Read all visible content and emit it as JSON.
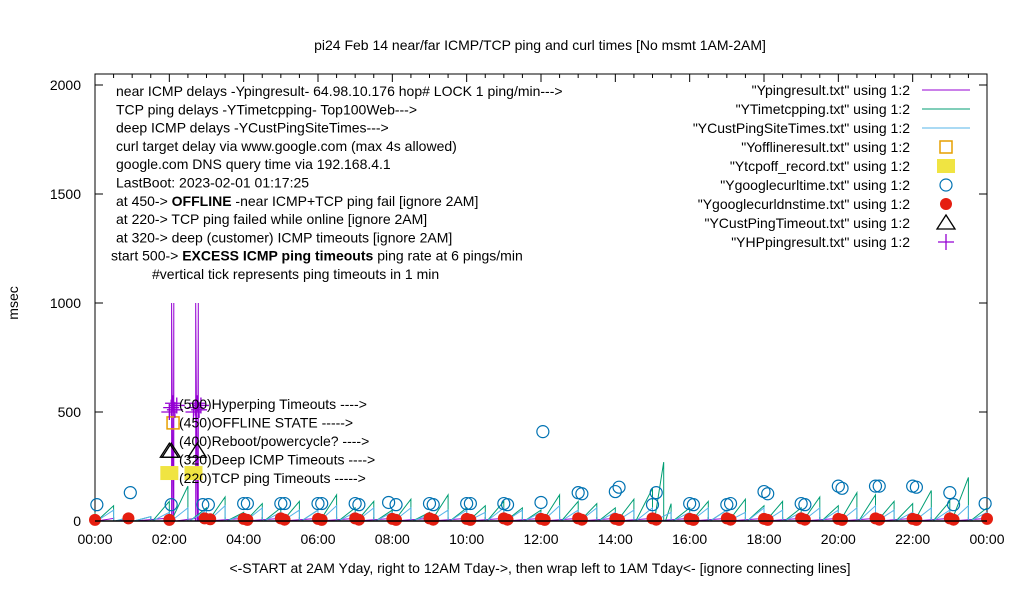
{
  "chart_data": {
    "type": "line",
    "title": "pi24 Feb 14  near/far ICMP/TCP ping and curl times [No msmt 1AM-2AM]",
    "xlabel": "<-START at 2AM Yday, right to 12AM Tday->, then wrap left to 1AM Tday<- [ignore connecting lines]",
    "ylabel": "msec",
    "xlim_hours": [
      0,
      24
    ],
    "ylim": [
      0,
      2000
    ],
    "yticks": [
      0,
      500,
      1000,
      1500,
      2000
    ],
    "xticks": [
      0,
      2,
      4,
      6,
      8,
      10,
      12,
      14,
      16,
      18,
      20,
      22,
      24
    ],
    "xtick_labels": [
      "00:00",
      "02:00",
      "04:00",
      "06:00",
      "08:00",
      "10:00",
      "12:00",
      "14:00",
      "16:00",
      "18:00",
      "20:00",
      "22:00",
      "00:00"
    ],
    "grid": false,
    "legend_position": "top-right",
    "annotations_topleft": [
      [
        {
          "t": "near ICMP delays -Ypingresult- 64.98.10.176 hop# LOCK 1 ping/min--->"
        }
      ],
      [
        {
          "t": "TCP ping delays -YTimetcpping- Top100Web--->"
        }
      ],
      [
        {
          "t": "deep ICMP delays -YCustPingSiteTimes--->"
        }
      ],
      [
        {
          "t": "curl target delay via www.google.com (max 4s allowed)"
        }
      ],
      [
        {
          "t": "google.com DNS query time via 192.168.4.1"
        }
      ],
      [
        {
          "t": "LastBoot: 2023-02-01 01:17:25"
        }
      ],
      [
        {
          "t": "at 450->  "
        },
        {
          "t": "OFFLINE",
          "b": true
        },
        {
          "t": " -near ICMP+TCP ping fail [ignore 2AM]"
        }
      ],
      [
        {
          "t": "at 220-> TCP ping failed while online [ignore 2AM]"
        }
      ],
      [
        {
          "t": "at 320-> deep (customer) ICMP timeouts [ignore 2AM]"
        }
      ],
      [
        {
          "t": "start 500->  "
        },
        {
          "t": "EXCESS ICMP ping timeouts",
          "b": true
        },
        {
          "t": "  ping rate at 6 pings/min"
        }
      ],
      [
        {
          "t": "#vertical tick represents ping timeouts in 1 min"
        }
      ]
    ],
    "level_labels": [
      {
        "y": 500,
        "text": "(500)Hyperping Timeouts ---->"
      },
      {
        "y": 450,
        "text": "(450)OFFLINE STATE ----->"
      },
      {
        "y": 400,
        "text": "(400)Reboot/powercycle? ---->"
      },
      {
        "y": 320,
        "text": "(320)Deep ICMP Timeouts ---->"
      },
      {
        "y": 220,
        "text": "(220)TCP ping Timeouts ----->"
      }
    ],
    "series": [
      {
        "name": "\"Ypingresult.txt\" using 1:2",
        "style": "line",
        "color": "#9400d3",
        "x": [
          0,
          0.5,
          1,
          1.9,
          2.05,
          2.06,
          2.12,
          2.13,
          2.7,
          2.71,
          2.78,
          2.79,
          3,
          4,
          5,
          6,
          7,
          8,
          9,
          10,
          11,
          12,
          13,
          14,
          15,
          16,
          17,
          18,
          19,
          20,
          21,
          22,
          23,
          24
        ],
        "y": [
          12,
          12,
          12,
          12,
          12,
          1000,
          1000,
          12,
          12,
          1000,
          1000,
          12,
          12,
          12,
          12,
          12,
          12,
          12,
          12,
          12,
          12,
          12,
          12,
          12,
          12,
          12,
          12,
          12,
          12,
          12,
          12,
          12,
          12,
          12
        ]
      },
      {
        "name": "\"YTimetcpping.txt\" using 1:2",
        "style": "line",
        "color": "#009e73",
        "x": [
          0,
          0.5,
          1,
          1.5,
          2,
          2.5,
          3,
          3.5,
          4,
          4.5,
          5,
          5.5,
          6,
          6.5,
          7,
          7.5,
          8,
          8.5,
          9,
          9.5,
          10,
          10.5,
          11,
          11.5,
          12,
          12.5,
          13,
          13.5,
          14,
          14.5,
          15,
          15.3,
          15.5,
          16,
          16.5,
          17,
          17.5,
          18,
          18.5,
          19,
          19.5,
          20,
          20.5,
          21,
          21.5,
          22,
          22.5,
          23,
          23.5,
          24
        ],
        "y": [
          40,
          70,
          20,
          20,
          90,
          160,
          60,
          110,
          40,
          80,
          60,
          90,
          50,
          120,
          60,
          90,
          50,
          100,
          40,
          120,
          60,
          70,
          90,
          60,
          50,
          120,
          90,
          80,
          60,
          100,
          150,
          270,
          80,
          60,
          90,
          50,
          100,
          70,
          90,
          60,
          110,
          70,
          130,
          120,
          90,
          80,
          140,
          90,
          200,
          60
        ]
      },
      {
        "name": "\"YCustPingSiteTimes.txt\" using 1:2",
        "style": "line",
        "color": "#56b4e9",
        "x": [
          0,
          0.5,
          1,
          1.5,
          2,
          2.5,
          3,
          3.5,
          4,
          4.5,
          5,
          5.5,
          6,
          6.5,
          7,
          7.5,
          8,
          8.5,
          9,
          9.5,
          10,
          10.5,
          11,
          11.5,
          12,
          12.5,
          13,
          13.5,
          14,
          14.5,
          15,
          15.5,
          16,
          16.5,
          17,
          17.5,
          18,
          18.5,
          19,
          19.5,
          20,
          20.5,
          21,
          21.5,
          22,
          22.5,
          23,
          23.5,
          24
        ],
        "y": [
          30,
          50,
          20,
          20,
          40,
          60,
          50,
          70,
          30,
          60,
          40,
          50,
          50,
          70,
          40,
          60,
          40,
          60,
          30,
          50,
          50,
          40,
          60,
          50,
          40,
          70,
          50,
          60,
          40,
          50,
          60,
          40,
          40,
          60,
          50,
          40,
          60,
          50,
          40,
          60,
          50,
          60,
          70,
          50,
          40,
          60,
          50,
          70,
          40
        ]
      },
      {
        "name": "\"Yofflineresult.txt\" using 1:2",
        "style": "open-square",
        "color": "#e69f00",
        "x": [
          2.1
        ],
        "y": [
          450
        ]
      },
      {
        "name": "\"Ytcpoff_record.txt\" using 1:2",
        "style": "filled-square",
        "color": "#f0e442",
        "x": [
          2.0,
          2.65
        ],
        "y": [
          220,
          220
        ]
      },
      {
        "name": "\"Ygooglecurltime.txt\" using 1:2",
        "style": "open-circle",
        "color": "#0072b2",
        "x": [
          0.05,
          0.95,
          2.05,
          2.9,
          3.05,
          4.0,
          4.1,
          5.0,
          5.1,
          6.0,
          6.1,
          7.0,
          7.1,
          7.9,
          8.1,
          9.0,
          9.1,
          10.0,
          10.1,
          11.0,
          11.1,
          12.0,
          12.05,
          13.0,
          13.1,
          14.0,
          14.1,
          15.0,
          15.1,
          16.0,
          16.1,
          17.0,
          17.1,
          18.0,
          18.1,
          19.0,
          19.1,
          20.0,
          20.1,
          21.0,
          21.1,
          22.0,
          22.1,
          23.0,
          23.1,
          23.95
        ],
        "y": [
          75,
          130,
          75,
          75,
          75,
          80,
          80,
          80,
          80,
          80,
          80,
          80,
          75,
          85,
          75,
          80,
          75,
          80,
          80,
          80,
          75,
          85,
          410,
          130,
          125,
          135,
          155,
          75,
          130,
          80,
          75,
          75,
          80,
          135,
          125,
          80,
          75,
          160,
          150,
          160,
          160,
          160,
          155,
          130,
          75,
          80
        ]
      },
      {
        "name": "\"Ygooglecurldnstime.txt\" using 1:2",
        "style": "filled-circle",
        "color": "#e51e10",
        "x": [
          0,
          0.9,
          2.0,
          2.95,
          3.1,
          4.0,
          4.1,
          5.0,
          5.1,
          6.0,
          6.1,
          7.0,
          7.1,
          8.0,
          8.1,
          9.0,
          9.1,
          10.0,
          10.1,
          11.0,
          11.1,
          12.0,
          12.1,
          13.0,
          13.1,
          14.0,
          14.1,
          15.0,
          15.1,
          16.0,
          16.1,
          17.0,
          17.1,
          18.0,
          18.1,
          19.0,
          19.1,
          20.0,
          20.1,
          21.0,
          21.1,
          22.0,
          22.1,
          23.0,
          23.1,
          24.0
        ],
        "y": [
          5,
          12,
          5,
          12,
          8,
          10,
          5,
          12,
          6,
          10,
          5,
          12,
          6,
          10,
          5,
          12,
          6,
          10,
          5,
          12,
          6,
          10,
          5,
          12,
          6,
          10,
          5,
          12,
          6,
          10,
          5,
          12,
          6,
          10,
          5,
          12,
          6,
          10,
          5,
          12,
          6,
          10,
          5,
          12,
          6,
          10
        ]
      },
      {
        "name": "\"YCustPingTimeout.txt\" using 1:2",
        "style": "open-triangle",
        "color": "#000000",
        "x": [
          2.0,
          2.05,
          2.75
        ],
        "y": [
          320,
          320,
          320
        ]
      },
      {
        "name": "\"YHPpingresult.txt\" using 1:2",
        "style": "plus",
        "color": "#9400d3",
        "x": [
          2.0,
          2.05,
          2.1,
          2.15,
          2.2,
          2.65,
          2.7,
          2.75,
          2.8,
          2.85
        ],
        "y": [
          500,
          520,
          540,
          510,
          530,
          500,
          520,
          540,
          510,
          530
        ]
      }
    ]
  }
}
